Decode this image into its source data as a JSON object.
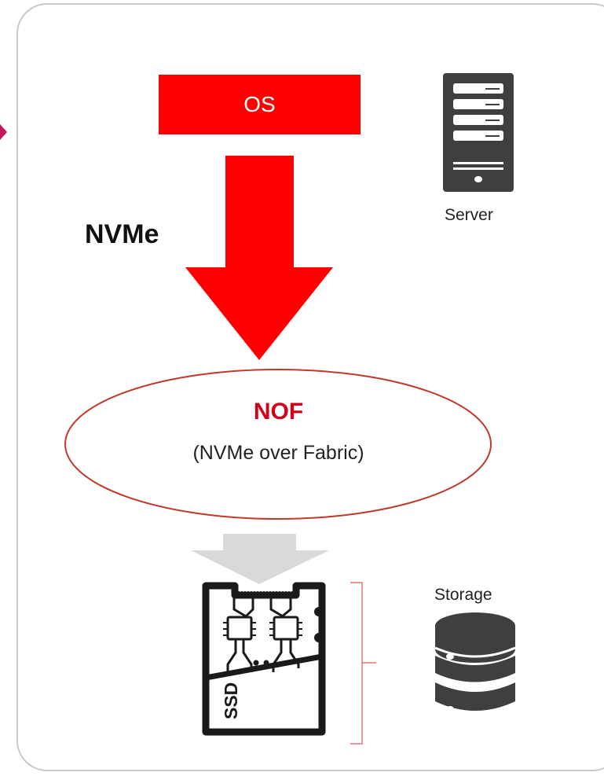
{
  "os": {
    "label": "OS"
  },
  "protocol": {
    "label": "NVMe"
  },
  "server": {
    "label": "Server",
    "icon": "server-icon"
  },
  "nof": {
    "title": "NOF",
    "subtitle": "(NVMe over Fabric)"
  },
  "storage": {
    "label": "Storage",
    "icon": "database-icon"
  },
  "ssd": {
    "label": "SSD",
    "icon": "ssd-icon"
  },
  "colors": {
    "accent_red": "#ff0000",
    "nof_red": "#d0021b",
    "panel_border": "#c8c8c8",
    "ellipse_border": "#c0392b",
    "icon_dark": "#3f3f3f",
    "arrow_grey": "#d9d9d9"
  }
}
